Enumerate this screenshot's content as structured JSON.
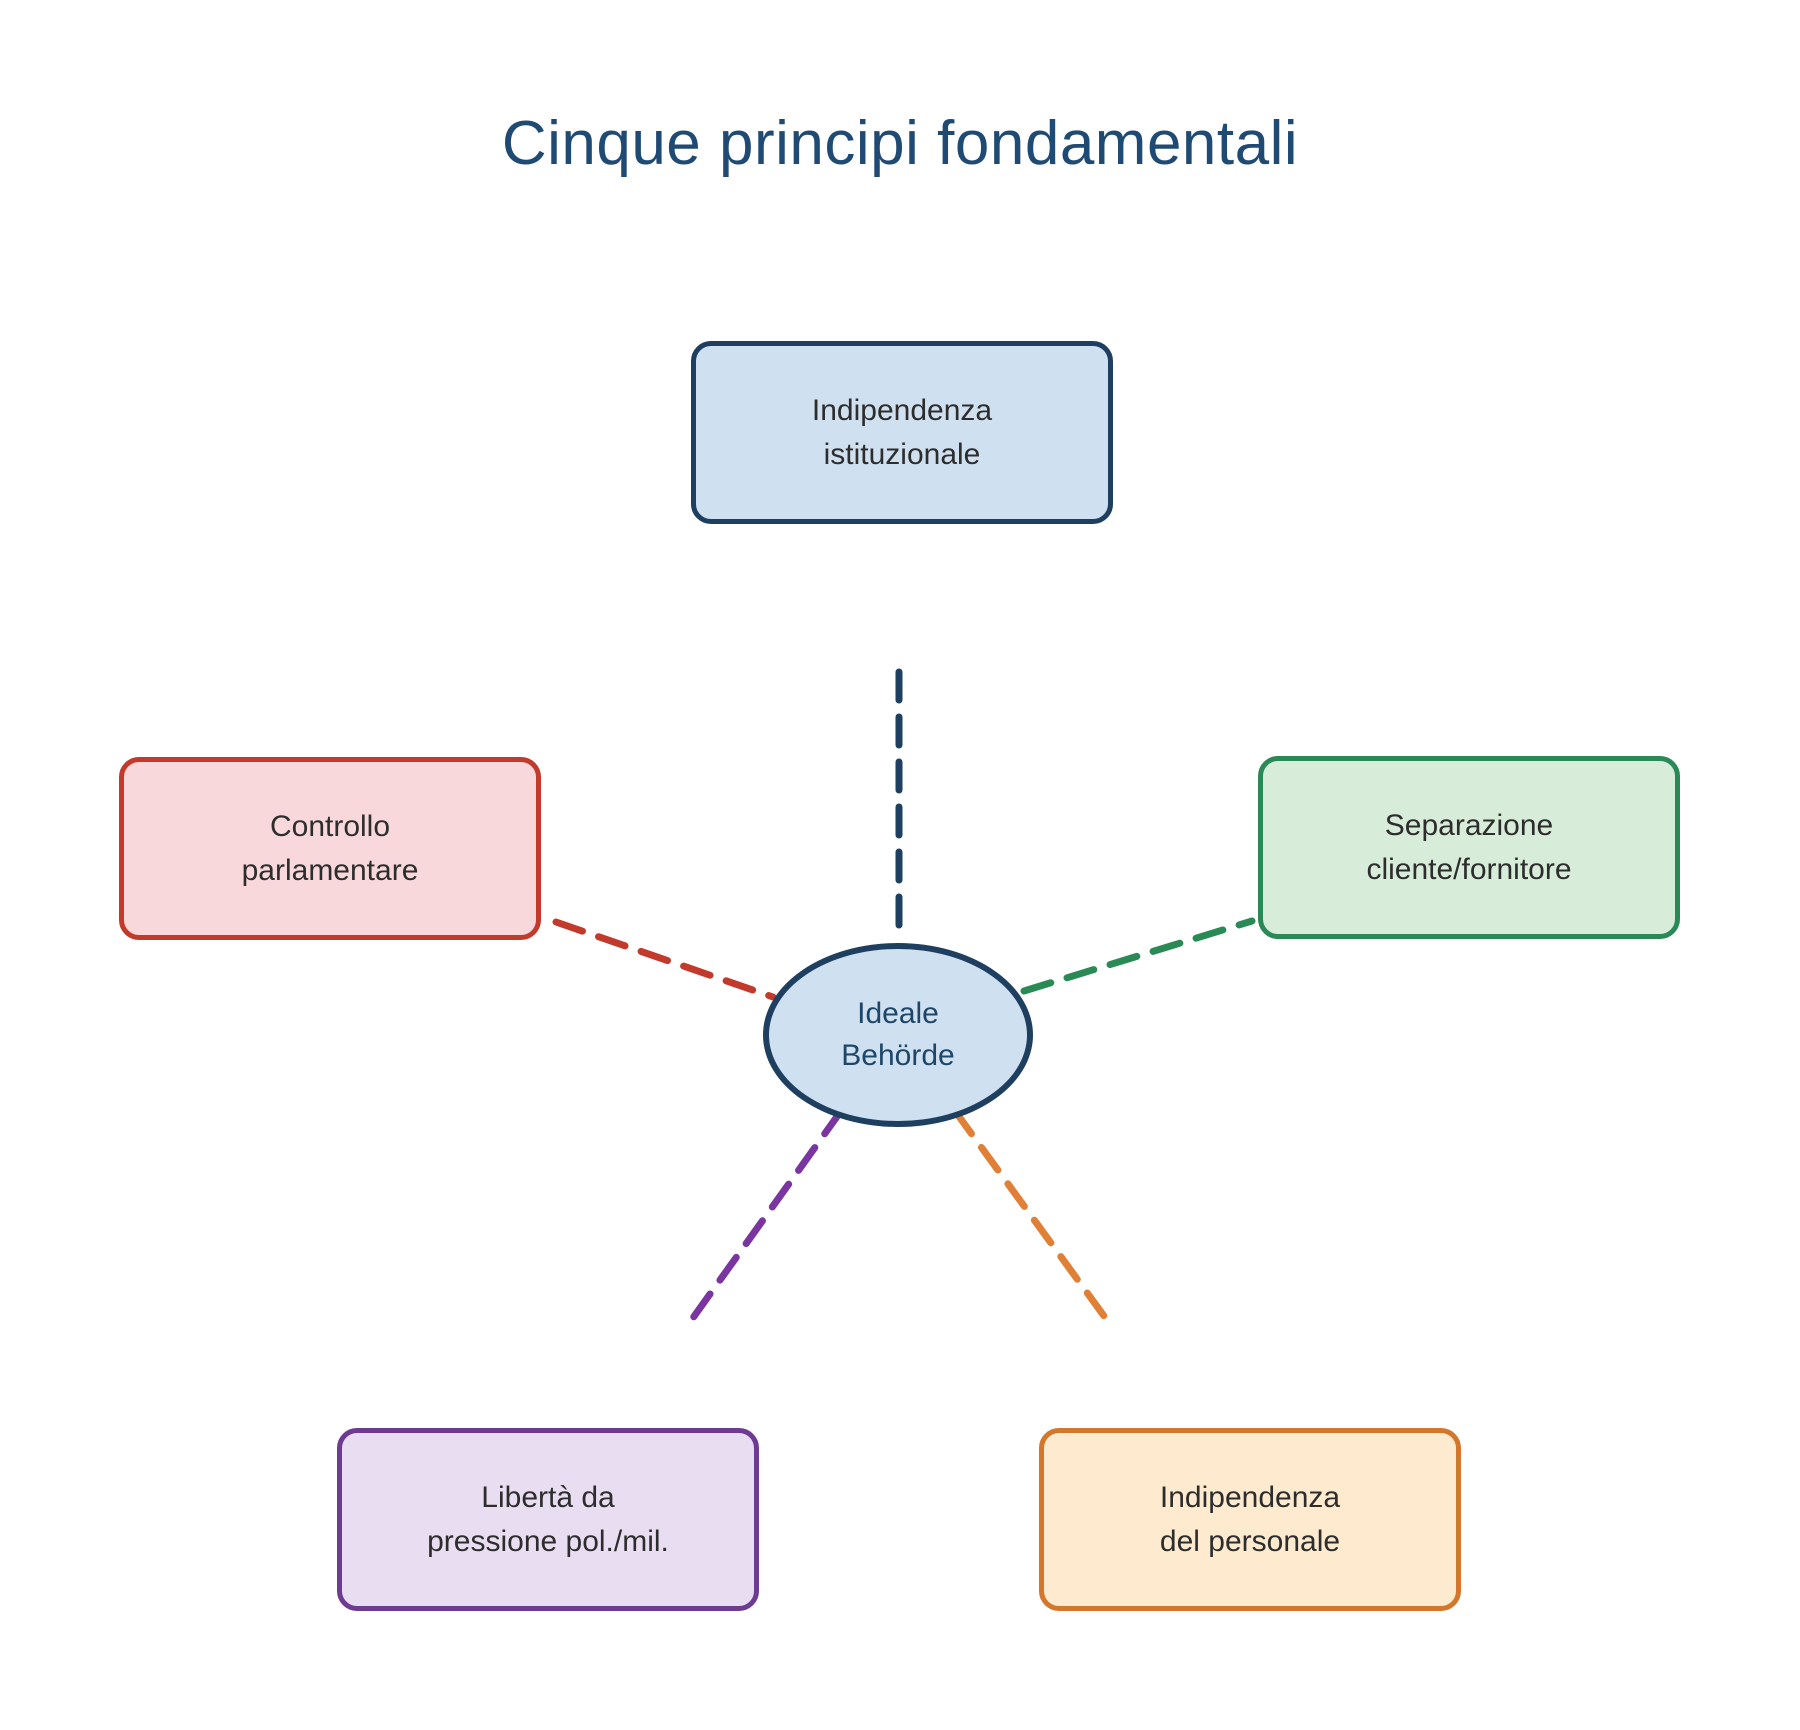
{
  "title": "Cinque principi fondamentali",
  "colors": {
    "title": "#1f4a73",
    "navy": "#1e3f5f",
    "red": "#c23a2b",
    "green": "#2a8a56",
    "purple": "#6e3b92",
    "purple_line": "#7a35a0",
    "orange": "#d2772b",
    "orange_line": "#e08036",
    "center_fill": "#cfe0f1"
  },
  "center_node": {
    "lines": [
      "Ideale",
      "Behörde"
    ],
    "fill": "#cfe0f1",
    "border": "#1e3f5f"
  },
  "nodes": [
    {
      "id": "institutional-independence",
      "lines": [
        "Indipendenza",
        "istituzionale"
      ],
      "fill": "#cfe0f1",
      "border": "#1e3f5f",
      "connector": "#1e3f5f"
    },
    {
      "id": "parliamentary-control",
      "lines": [
        "Controllo",
        "parlamentare"
      ],
      "fill": "#f8d8da",
      "border": "#c23a2b",
      "connector": "#c23a2b"
    },
    {
      "id": "client-supplier-separation",
      "lines": [
        "Separazione",
        "cliente/fornitore"
      ],
      "fill": "#d8ecda",
      "border": "#2a8a56",
      "connector": "#2a8a56"
    },
    {
      "id": "freedom-political-military-pressure",
      "lines": [
        "Libertà da",
        "pressione pol./mil."
      ],
      "fill": "#e9ddf2",
      "border": "#6e3b92",
      "connector": "#7a35a0"
    },
    {
      "id": "staff-independence",
      "lines": [
        "Indipendenza",
        "del personale"
      ],
      "fill": "#fdeacf",
      "border": "#d2772b",
      "connector": "#e08036"
    }
  ]
}
